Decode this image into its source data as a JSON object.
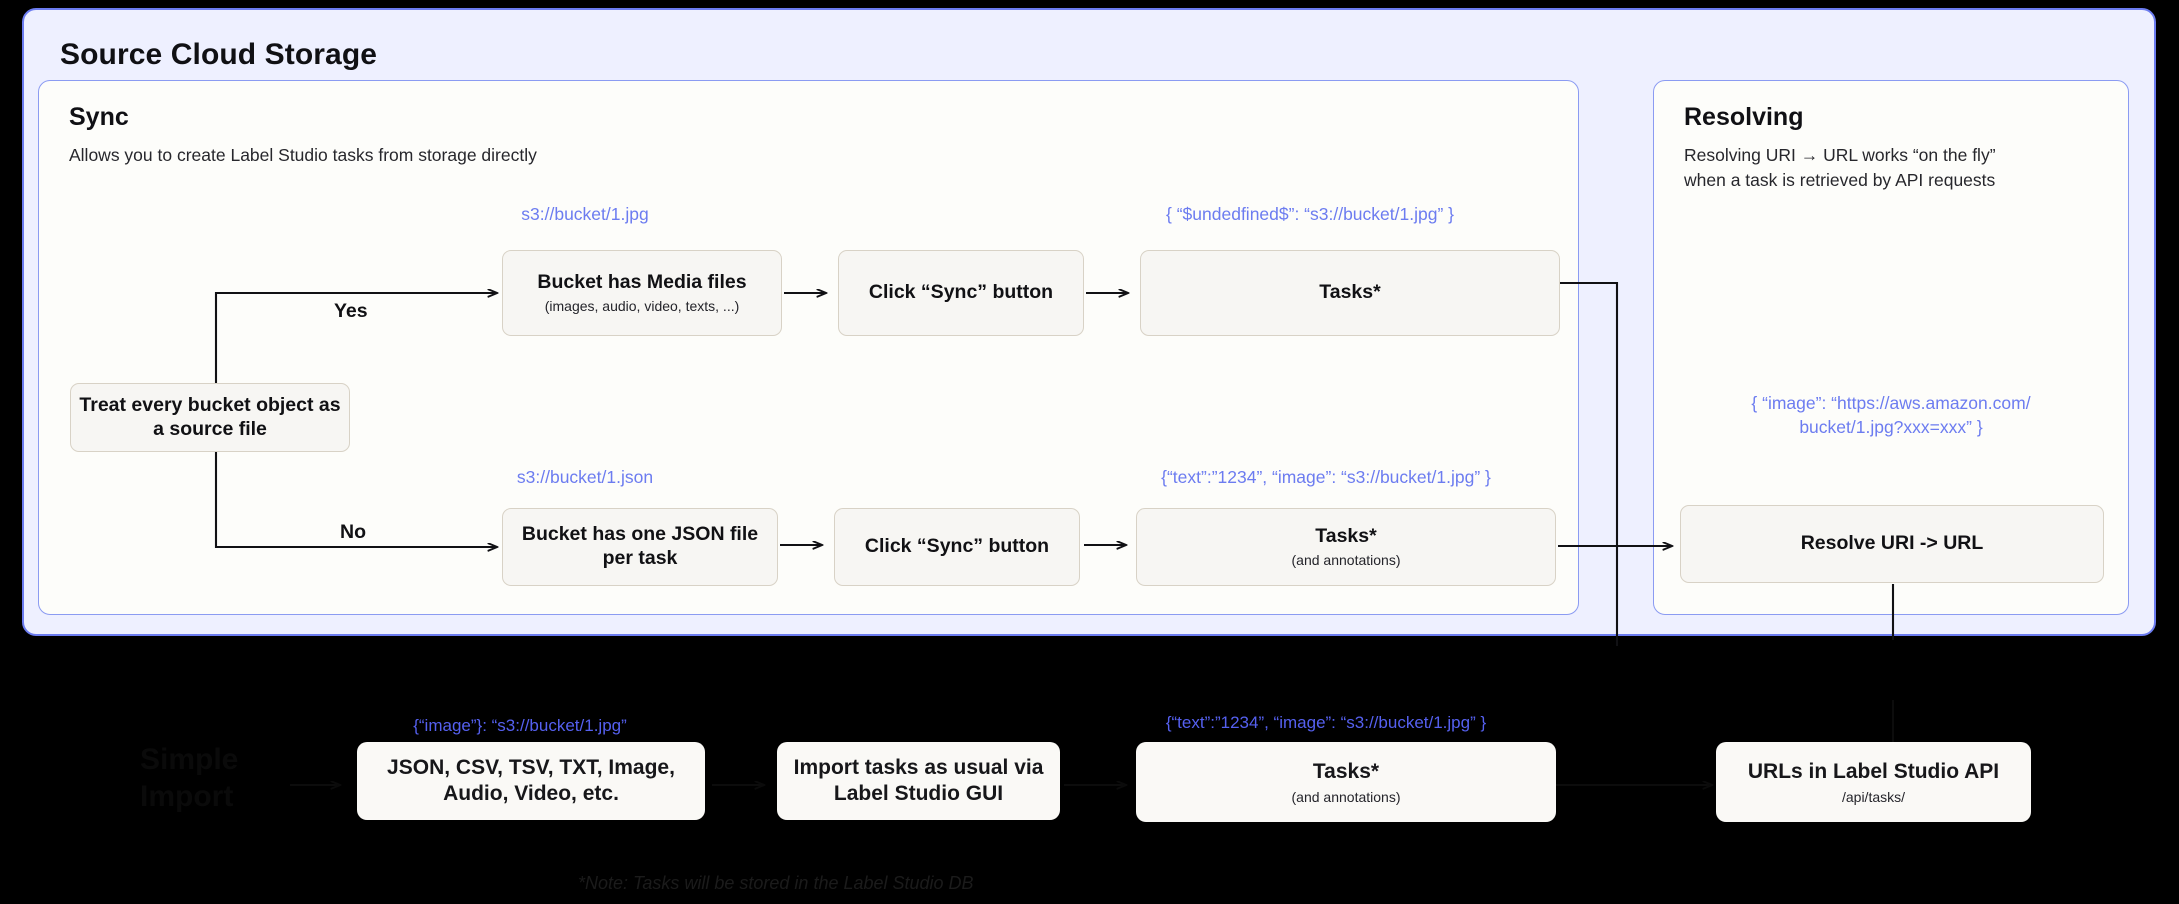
{
  "diagram": {
    "title": "Source Cloud Storage",
    "accent_color": "#6c7cf0",
    "panel_bg": "#eef0ff",
    "box_bg": "#f7f6f3",
    "dark_bg": "#000000"
  },
  "sync_panel": {
    "heading": "Sync",
    "subheading": "Allows you to create Label Studio tasks from storage directly",
    "decision_box": "Treat every bucket\nobject as a source file",
    "yes_label": "Yes",
    "no_label": "No",
    "top_branch": {
      "uri_annotation": "s3://bucket/1.jpg",
      "box1_title": "Bucket has Media files",
      "box1_sub": "(images, audio, video, texts, ...)",
      "box2_title": "Click “Sync” button",
      "tasks_annotation": "{ “$undedfined$”: “s3://bucket/1.jpg” }",
      "box3_title": "Tasks*"
    },
    "bottom_branch": {
      "uri_annotation": "s3://bucket/1.json",
      "box1_title": "Bucket has one JSON\nfile per task",
      "box2_title": "Click “Sync” button",
      "tasks_annotation": "{“text”:”1234”,  “image”: “s3://bucket/1.jpg” }",
      "box3_title": "Tasks*",
      "box3_sub": "(and annotations)"
    }
  },
  "resolving_panel": {
    "heading": "Resolving",
    "subheading": "Resolving URI → URL works “on the fly”\nwhen a task is retrieved by API requests",
    "url_annotation": "{ “image”: “https://aws.amazon.com/\nbucket/1.jpg?xxx=xxx” }",
    "resolve_box": "Resolve URI -> URL"
  },
  "import_row": {
    "section_label": "Simple\nImport",
    "formats_annotation": "{“image”}: “s3://bucket/1.jpg”",
    "formats_box": "JSON, CSV, TSV, TXT, Image,\nAudio, Video, etc.",
    "import_box": "Import tasks as usual\nvia Label Studio GUI",
    "tasks_annotation": "{“text”:”1234”,  “image”: “s3://bucket/1.jpg” }",
    "tasks_box_title": "Tasks*",
    "tasks_box_sub": "(and annotations)",
    "api_box_title": "URLs in Label Studio API",
    "api_box_sub": "/api/tasks/"
  },
  "footnote": "*Note: Tasks will be stored in the Label Studio DB"
}
